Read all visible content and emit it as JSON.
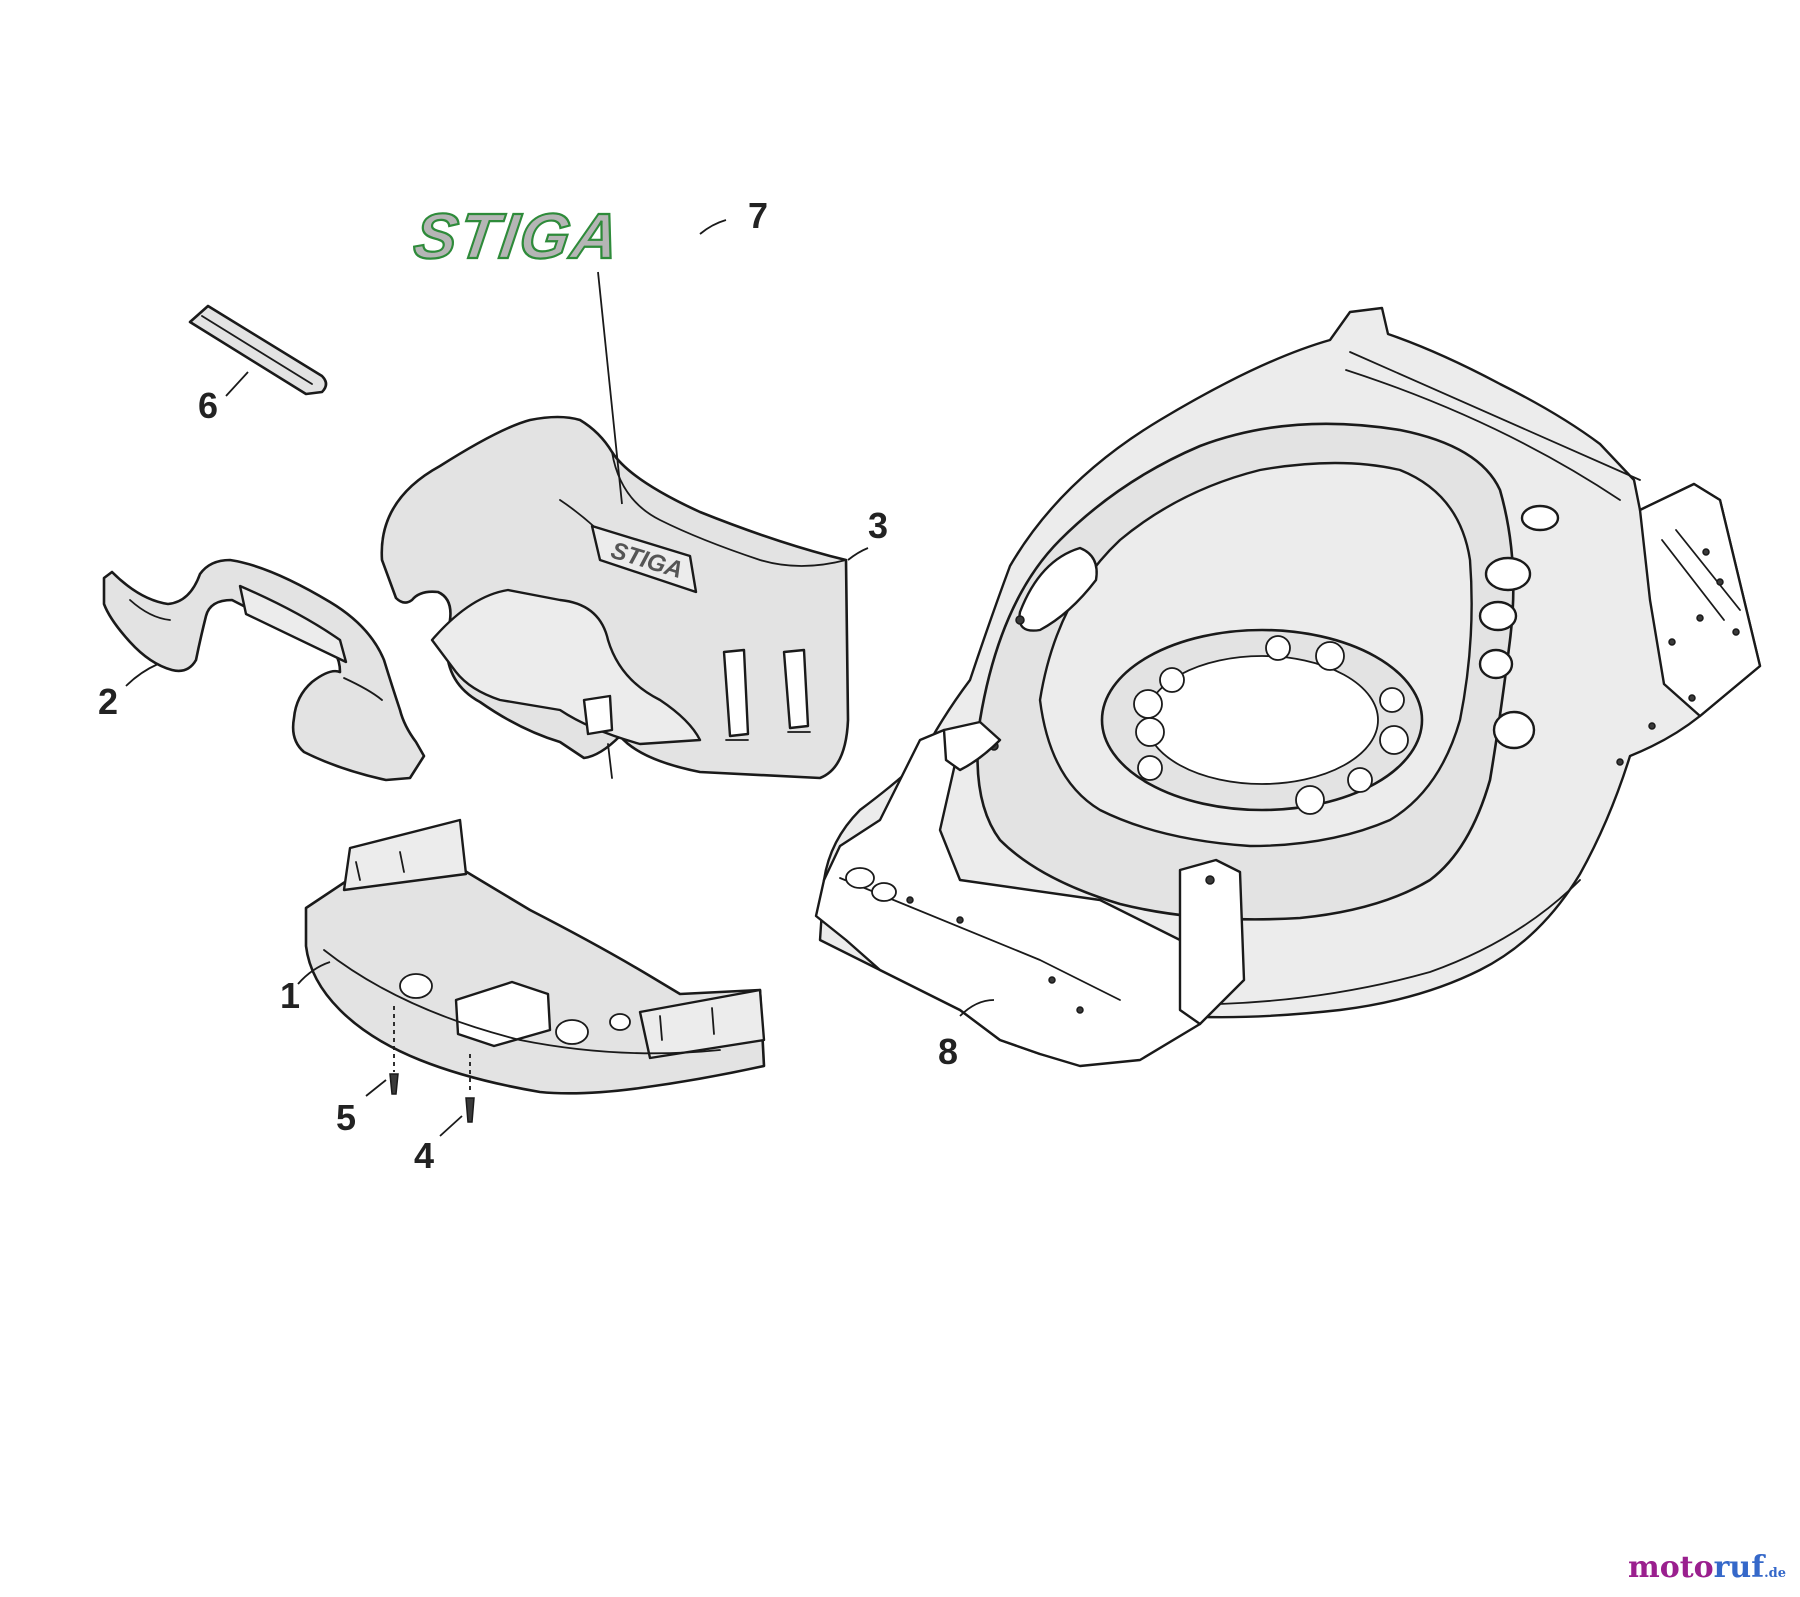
{
  "diagram": {
    "callouts": [
      "1",
      "2",
      "3",
      "4",
      "5",
      "6",
      "7",
      "8"
    ],
    "logo_decal": "STIGA",
    "cover_logo": "STIGA"
  },
  "watermark": {
    "part1": "moto",
    "part2": "ruf",
    "tld": ".de"
  }
}
